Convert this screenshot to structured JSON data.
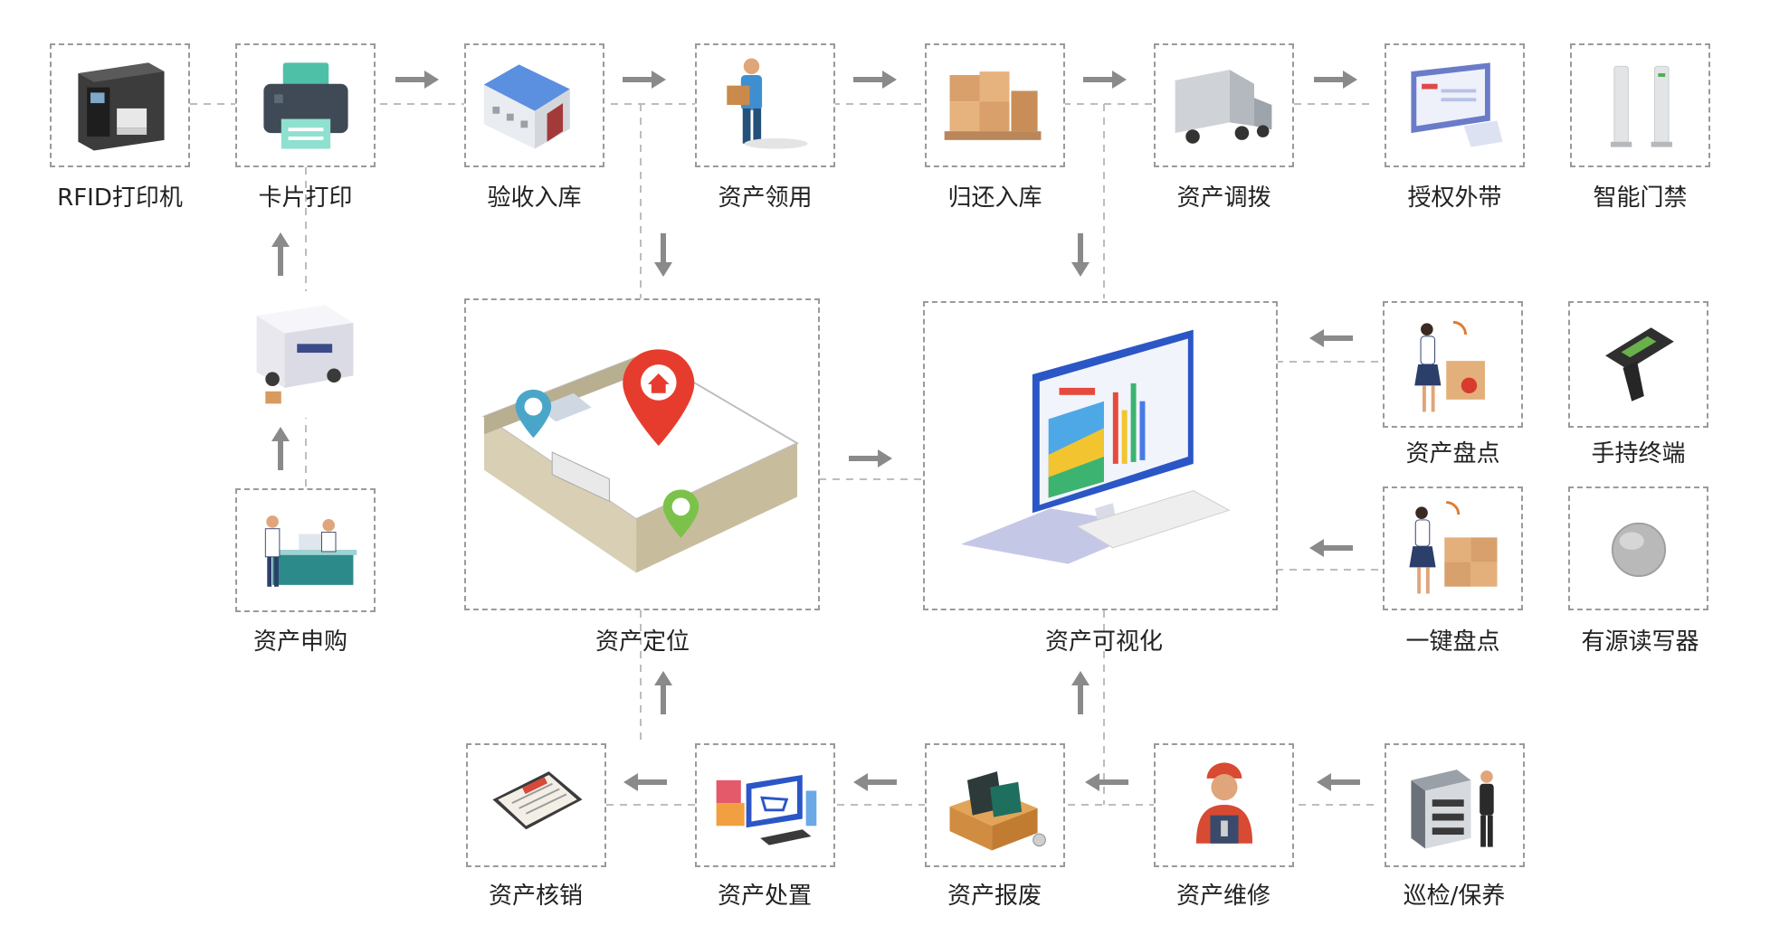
{
  "colors": {
    "arrow": "#8a8a8a",
    "dash": "#9a9a9a",
    "text": "#222222"
  },
  "nodes": {
    "rfid_printer": {
      "label": "RFID打印机",
      "icon": "label-printer-icon"
    },
    "card_print": {
      "label": "卡片打印",
      "icon": "printer-icon"
    },
    "receive_stock": {
      "label": "验收入库",
      "icon": "warehouse-icon"
    },
    "asset_use": {
      "label": "资产领用",
      "icon": "worker-carrying-box-icon"
    },
    "return_stock": {
      "label": "归还入库",
      "icon": "box-pallet-icon"
    },
    "asset_transfer": {
      "label": "资产调拨",
      "icon": "truck-icon"
    },
    "authorized_out": {
      "label": "授权外带",
      "icon": "computer-screen-icon"
    },
    "smart_gate": {
      "label": "智能门禁",
      "icon": "rfid-gate-icon"
    },
    "delivery_truck": {
      "label": "",
      "icon": "delivery-truck-icon"
    },
    "asset_locate": {
      "label": "资产定位",
      "icon": "floorplan-location-pins-icon"
    },
    "asset_visual": {
      "label": "资产可视化",
      "icon": "dashboard-monitor-icon"
    },
    "asset_check": {
      "label": "资产盘点",
      "icon": "scanning-boxes-icon"
    },
    "handheld": {
      "label": "手持终端",
      "icon": "handheld-scanner-icon"
    },
    "asset_purchase": {
      "label": "资产申购",
      "icon": "purchase-desk-icon"
    },
    "oneclick_check": {
      "label": "一键盘点",
      "icon": "oneclick-scan-icon"
    },
    "active_reader": {
      "label": "有源读写器",
      "icon": "active-reader-disc-icon"
    },
    "asset_writeoff": {
      "label": "资产核销",
      "icon": "clipboard-document-icon"
    },
    "asset_dispose": {
      "label": "资产处置",
      "icon": "shopping-computer-icon"
    },
    "asset_scrap": {
      "label": "资产报废",
      "icon": "scrap-box-icon"
    },
    "asset_repair": {
      "label": "资产维修",
      "icon": "repairman-icon"
    },
    "patrol": {
      "label": "巡检/保养",
      "icon": "server-rack-engineer-icon"
    }
  }
}
